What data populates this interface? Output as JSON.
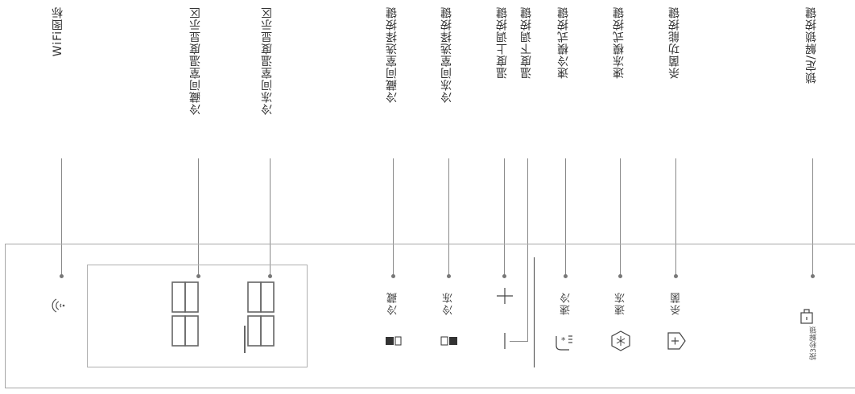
{
  "callouts": [
    {
      "id": "wifi",
      "label": "WiFi图标"
    },
    {
      "id": "fridge-display",
      "label": "冷藏间室温度显示区"
    },
    {
      "id": "freezer-display",
      "label": "冷冻间室温度显示区"
    },
    {
      "id": "fridge-select",
      "label": "冷藏间室选择按键"
    },
    {
      "id": "freezer-select",
      "label": "冷冻间室选择按键"
    },
    {
      "id": "temp-up",
      "label": "温度上调按键"
    },
    {
      "id": "temp-down",
      "label": "温度下调按键"
    },
    {
      "id": "quick-cool",
      "label": "速冷模式按键"
    },
    {
      "id": "quick-freeze",
      "label": "速冻模式按键"
    },
    {
      "id": "sterilize",
      "label": "杀菌功能按键"
    },
    {
      "id": "lock",
      "label": "锁定/解锁按键"
    }
  ],
  "panel": {
    "btn_fridge": "冷藏",
    "btn_freezer": "冷冻",
    "btn_quick_cool": "速冷",
    "btn_quick_freeze": "速冻",
    "btn_sterilize": "杀菌",
    "lock_hint": "按3秒解锁"
  },
  "icons": [
    "wifi-icon",
    "seven-segment-display",
    "plus-icon",
    "minus-icon",
    "quick-cool-icon",
    "snowflake-icon",
    "shield-plus-icon",
    "lock-icon"
  ]
}
